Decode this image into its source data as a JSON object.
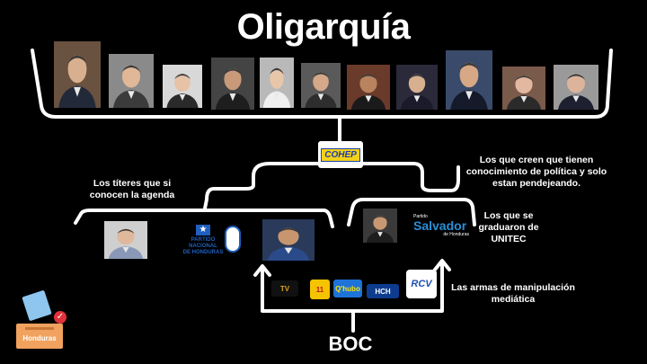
{
  "title": "Oligarquía",
  "center_logo": {
    "text": "COHEP",
    "color": "#1e3fa8"
  },
  "labels": {
    "titeres": "Los títeres que si conocen la agenda",
    "creen": "Los que creen que tienen conocimiento de política y solo estan pendejeando.",
    "graduaron": "Los que se graduaron de UNITEC",
    "armas": "Las armas de manipulación mediática",
    "boc": "BOC"
  },
  "partido_logo": {
    "line1": "PARTIDO",
    "line2": "NACIONAL",
    "line3": "DE HONDURAS",
    "color": "#1f5fbf"
  },
  "salvador_logo": {
    "top": "Partido",
    "word": "Salvador",
    "bottom": "de Honduras",
    "color": "#2a8fd6"
  },
  "media_logos": [
    {
      "name": "media-logo-1",
      "text": "TV",
      "bg": "#111111",
      "fg": "#d9a21f"
    },
    {
      "name": "media-logo-2",
      "text": "11",
      "bg": "#f5c400",
      "fg": "#c2161b"
    },
    {
      "name": "media-logo-3",
      "text": "Q'hubo",
      "bg": "#1d73d8",
      "fg": "#ffe600"
    },
    {
      "name": "media-logo-4",
      "text": "HCH",
      "bg": "#0d3c8f",
      "fg": "#ffffff"
    },
    {
      "name": "media-logo-5",
      "text": "RCV",
      "bg": "#ffffff",
      "fg": "#1e4fb0"
    }
  ],
  "ballot": {
    "text": "Honduras",
    "color": "#f0a25e"
  },
  "colors": {
    "line": "#ffffff",
    "background": "#000000"
  }
}
